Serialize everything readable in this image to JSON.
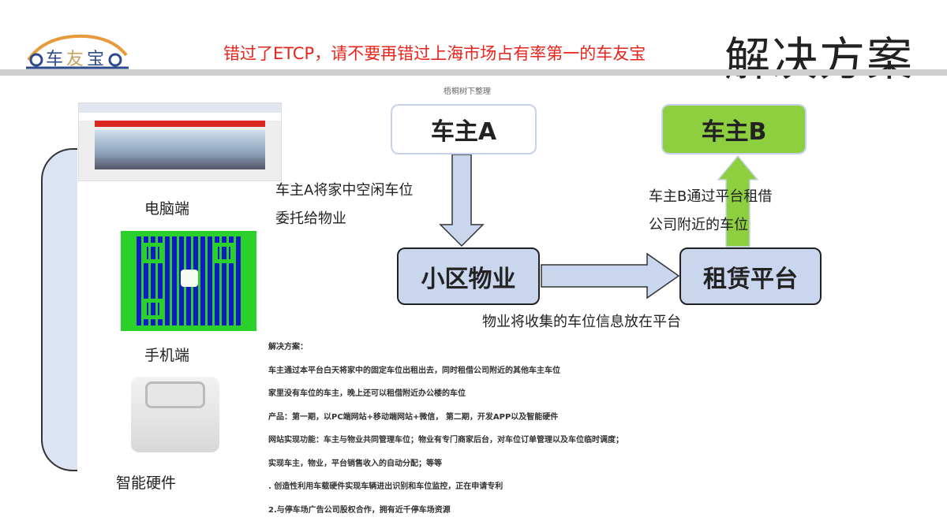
{
  "header": {
    "logo_text": "车友宝",
    "slogan": "错过了ETCP，请不要再错过上海市场占有率第一的车友宝",
    "title": "解决方案",
    "credit": "梧桐树下整理"
  },
  "channels": [
    {
      "label": "电脑端"
    },
    {
      "label": "手机端"
    },
    {
      "label": "智能硬件"
    }
  ],
  "diagram": {
    "owner_a": "车主A",
    "owner_b": "车主B",
    "property": "小区物业",
    "platform": "租赁平台",
    "note_a": [
      "车主A将家中空闲车位",
      "委托给物业"
    ],
    "note_b": [
      "车主B通过平台租借",
      "公司附近的车位"
    ],
    "note_bottom": "物业将收集的车位信息放在平台",
    "colors": {
      "box": "#c9d6ee",
      "owner_b": "#8dcf3f",
      "arrow": "#c9d6ee"
    }
  },
  "description": [
    "解决方案：",
    "车主通过本平台白天将家中的固定车位出租出去，同时租借公司附近的其他车主车位",
    "家里没有车位的车主，晚上还可以租借附近办公楼的车位",
    "产品：第一期，以PC端网站+移动端网站+微信， 第二期，开发APP以及智能硬件",
    "网站实现功能：车主与物业共同管理车位；物业有专门商家后台，对车位订单管理以及车位临时调度；",
    "实现车主，物业，平台销售收入的自动分配；等等",
    ". 创造性利用车载硬件实现车辆进出识别和车位监控，正在申请专利",
    "2.与停车场广告公司股权合作，拥有近千停车场资源"
  ]
}
